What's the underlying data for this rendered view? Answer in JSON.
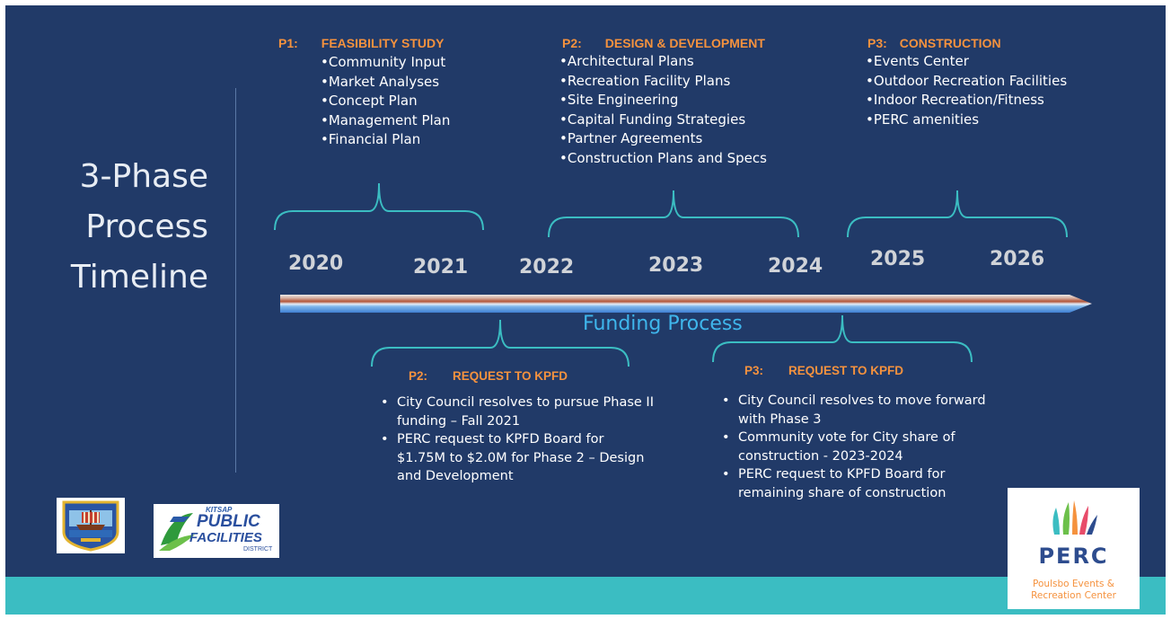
{
  "title_lines": [
    "3-Phase",
    "Process",
    "Timeline"
  ],
  "phases": [
    {
      "tag": "P1:",
      "name": "FEASIBILITY STUDY",
      "items": [
        "Community Input",
        "Market Analyses",
        "Concept Plan",
        "Management Plan",
        "Financial Plan"
      ]
    },
    {
      "tag": "P2:",
      "name": "DESIGN & DEVELOPMENT",
      "items": [
        "Architectural Plans",
        "Recreation Facility Plans",
        "Site Engineering",
        "Capital Funding Strategies",
        "Partner Agreements",
        "Construction Plans and Specs"
      ]
    },
    {
      "tag": "P3:",
      "name": "CONSTRUCTION",
      "items": [
        "Events Center",
        "Outdoor Recreation Facilities",
        "Indoor Recreation/Fitness",
        "PERC amenities"
      ]
    }
  ],
  "years": [
    "2020",
    "2021",
    "2022",
    "2023",
    "2024",
    "2025",
    "2026"
  ],
  "funding_label": "Funding Process",
  "requests": [
    {
      "tag": "P2:",
      "name": "REQUEST TO KPFD",
      "bullets": [
        "City Council resolves to pursue Phase II funding – Fall 2021",
        "PERC request to KPFD Board for $1.75M to $2.0M for Phase 2 – Design and Development"
      ]
    },
    {
      "tag": "P3:",
      "name": "REQUEST TO KPFD",
      "bullets": [
        "City Council resolves to move forward with Phase 3",
        "Community vote for City share of construction - 2023-2024",
        "PERC request to KPFD Board for remaining share of construction"
      ]
    }
  ],
  "logos": {
    "kpfd": {
      "line1": "KITSAP",
      "line2": "PUBLIC",
      "line3": "FACILITIES",
      "line4": "DISTRICT"
    },
    "perc": {
      "name": "PERC",
      "sub1": "Poulsbo Events &",
      "sub2": "Recreation Center"
    }
  },
  "colors": {
    "background": "#213a68",
    "phase_heading": "#f5923e",
    "bracket": "#3bbdc2",
    "funding_label": "#3fb6ec",
    "bottom_band": "#3bbdc2",
    "perc_blue": "#2d4c8e",
    "perc_orange": "#f5923e"
  }
}
